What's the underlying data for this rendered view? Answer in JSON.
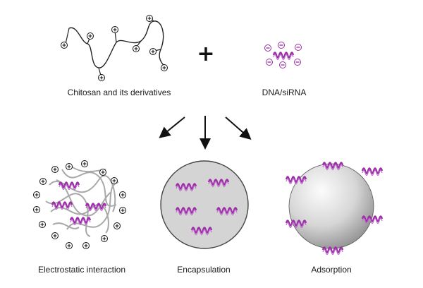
{
  "top": {
    "chitosan_label": "Chitosan and its derivatives",
    "plus_symbol": "+",
    "dna_label": "DNA/siRNA"
  },
  "bottom": {
    "left_label": "Electrostatic interaction",
    "middle_label": "Encapsulation",
    "right_label": "Adsorption"
  },
  "colors": {
    "helix": "#9b2ea8",
    "chain": "#222222",
    "mesh": "#a8a8a8",
    "encap_fill": "#d4d4d4",
    "sphere_light": "#fafafa",
    "sphere_dark": "#8a8a8a"
  }
}
